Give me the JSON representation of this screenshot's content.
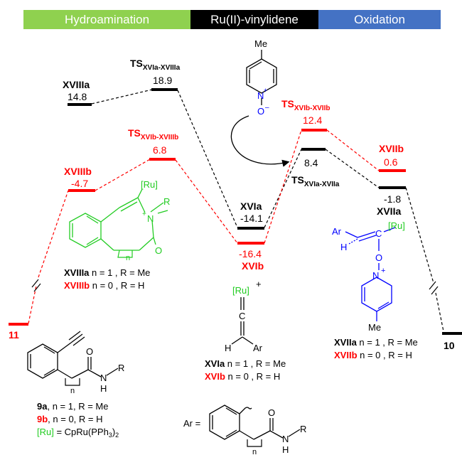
{
  "header": {
    "bands": [
      {
        "label": "Hydroamination",
        "color": "#8fd14f"
      },
      {
        "label": "Ru(II)-vinylidene",
        "color": "#000000"
      },
      {
        "label": "Oxidation",
        "color": "#4472c4"
      }
    ]
  },
  "colors": {
    "black": "#000000",
    "red": "#ff0000",
    "green": "#22cc22",
    "blue": "#0000ff"
  },
  "levels": {
    "L11": {
      "name": "11"
    },
    "XVIIIa": {
      "name": "XVIIIa",
      "energy": "14.8"
    },
    "TS_XVIa_XVIIIa": {
      "main": "TS",
      "sub": "XVIa-XVIIIa",
      "energy": "18.9"
    },
    "XVIIIb": {
      "name": "XVIIIb",
      "energy": "-4.7"
    },
    "TS_XVIb_XVIIIb": {
      "main": "TS",
      "sub": "XVIb-XVIIIb",
      "energy": "6.8"
    },
    "XVIa": {
      "name": "XVIa",
      "energy": "-14.1"
    },
    "XVIb": {
      "name": "XVIb",
      "energy": "-16.4"
    },
    "TS_XVIb_XVIIb": {
      "main": "TS",
      "sub": "XVIb-XVIIb",
      "energy": "12.4"
    },
    "TS_XVIa_XVIIa": {
      "main": "TS",
      "sub": "XVIa-XVIIa",
      "energy": "8.4"
    },
    "XVIIb": {
      "name": "XVIIb",
      "energy": "0.6"
    },
    "XVIIa": {
      "name": "XVIIa",
      "energy": "-1.8"
    },
    "L10": {
      "name": "10"
    }
  },
  "structures": {
    "pyridine_oxide": {
      "me": "Me",
      "n": "N",
      "plus": "+",
      "o": "O",
      "minus": "–"
    },
    "XVIII": {
      "ru": "[Ru]",
      "n": "N",
      "plus": "+",
      "r": "R",
      "o": "O",
      "nsub": "n",
      "line_a_name": "XVIIIa",
      "line_a_rest": " n = 1 , R = Me",
      "line_b_name": "XVIIIb",
      "line_b_rest": " n = 0 , R  = H"
    },
    "XVI": {
      "ru": "[Ru]",
      "plus": "+",
      "c": "C",
      "h": "H",
      "ar": "Ar",
      "line_a_name": "XVIa",
      "line_a_rest": " n = 1 , R = Me",
      "line_b_name": "XVIb",
      "line_b_rest": " n = 0 , R  = H"
    },
    "XVII": {
      "ar": "Ar",
      "h": "H",
      "c": "C",
      "ru": "[Ru]",
      "o": "O",
      "n": "N",
      "plus": "+",
      "me": "Me",
      "line_a_name": "XVIIa",
      "line_a_rest": " n = 1 , R = Me",
      "line_b_name": "XVIIb",
      "line_b_rest": " n = 0 , R  = H"
    },
    "S9": {
      "o": "O",
      "n": "N",
      "h": "H",
      "r": "R",
      "nsub": "n",
      "line_a_name": "9a",
      "line_a_rest": ", n = 1, R = Me",
      "line_b_name": "9b",
      "line_b_rest": ", n = 0, R = H",
      "ru_label": "[Ru]",
      "ru_def": " = CpRu(PPh",
      "ru_sub3": "3",
      "ru_close": ")",
      "ru_sub2": "2"
    },
    "ArDef": {
      "ar_eq": "Ar =",
      "o": "O",
      "n": "N",
      "h": "H",
      "r": "R",
      "nsub": "n"
    }
  }
}
